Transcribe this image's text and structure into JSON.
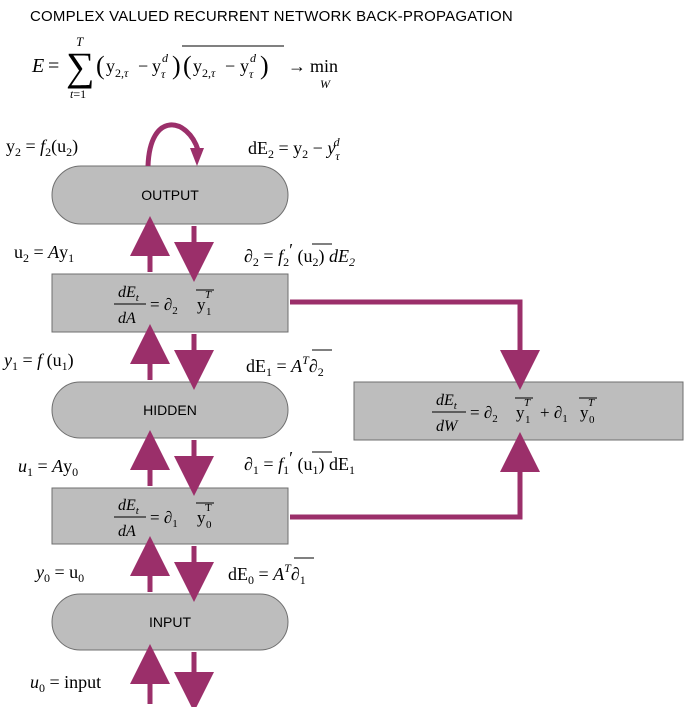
{
  "title": "COMPLEX VALUED RECURRENT NETWORK BACK-PROPAGATION",
  "nodes": {
    "output": "OUTPUT",
    "hidden": "HIDDEN",
    "input": "INPUT"
  },
  "colors": {
    "arrow": "#9b2f6a",
    "box_fill": "#bdbdbd",
    "box_stroke": "#6f6f6f"
  },
  "icons": {
    "arrow": "arrow-icon",
    "loop": "loop-arrow-icon"
  }
}
